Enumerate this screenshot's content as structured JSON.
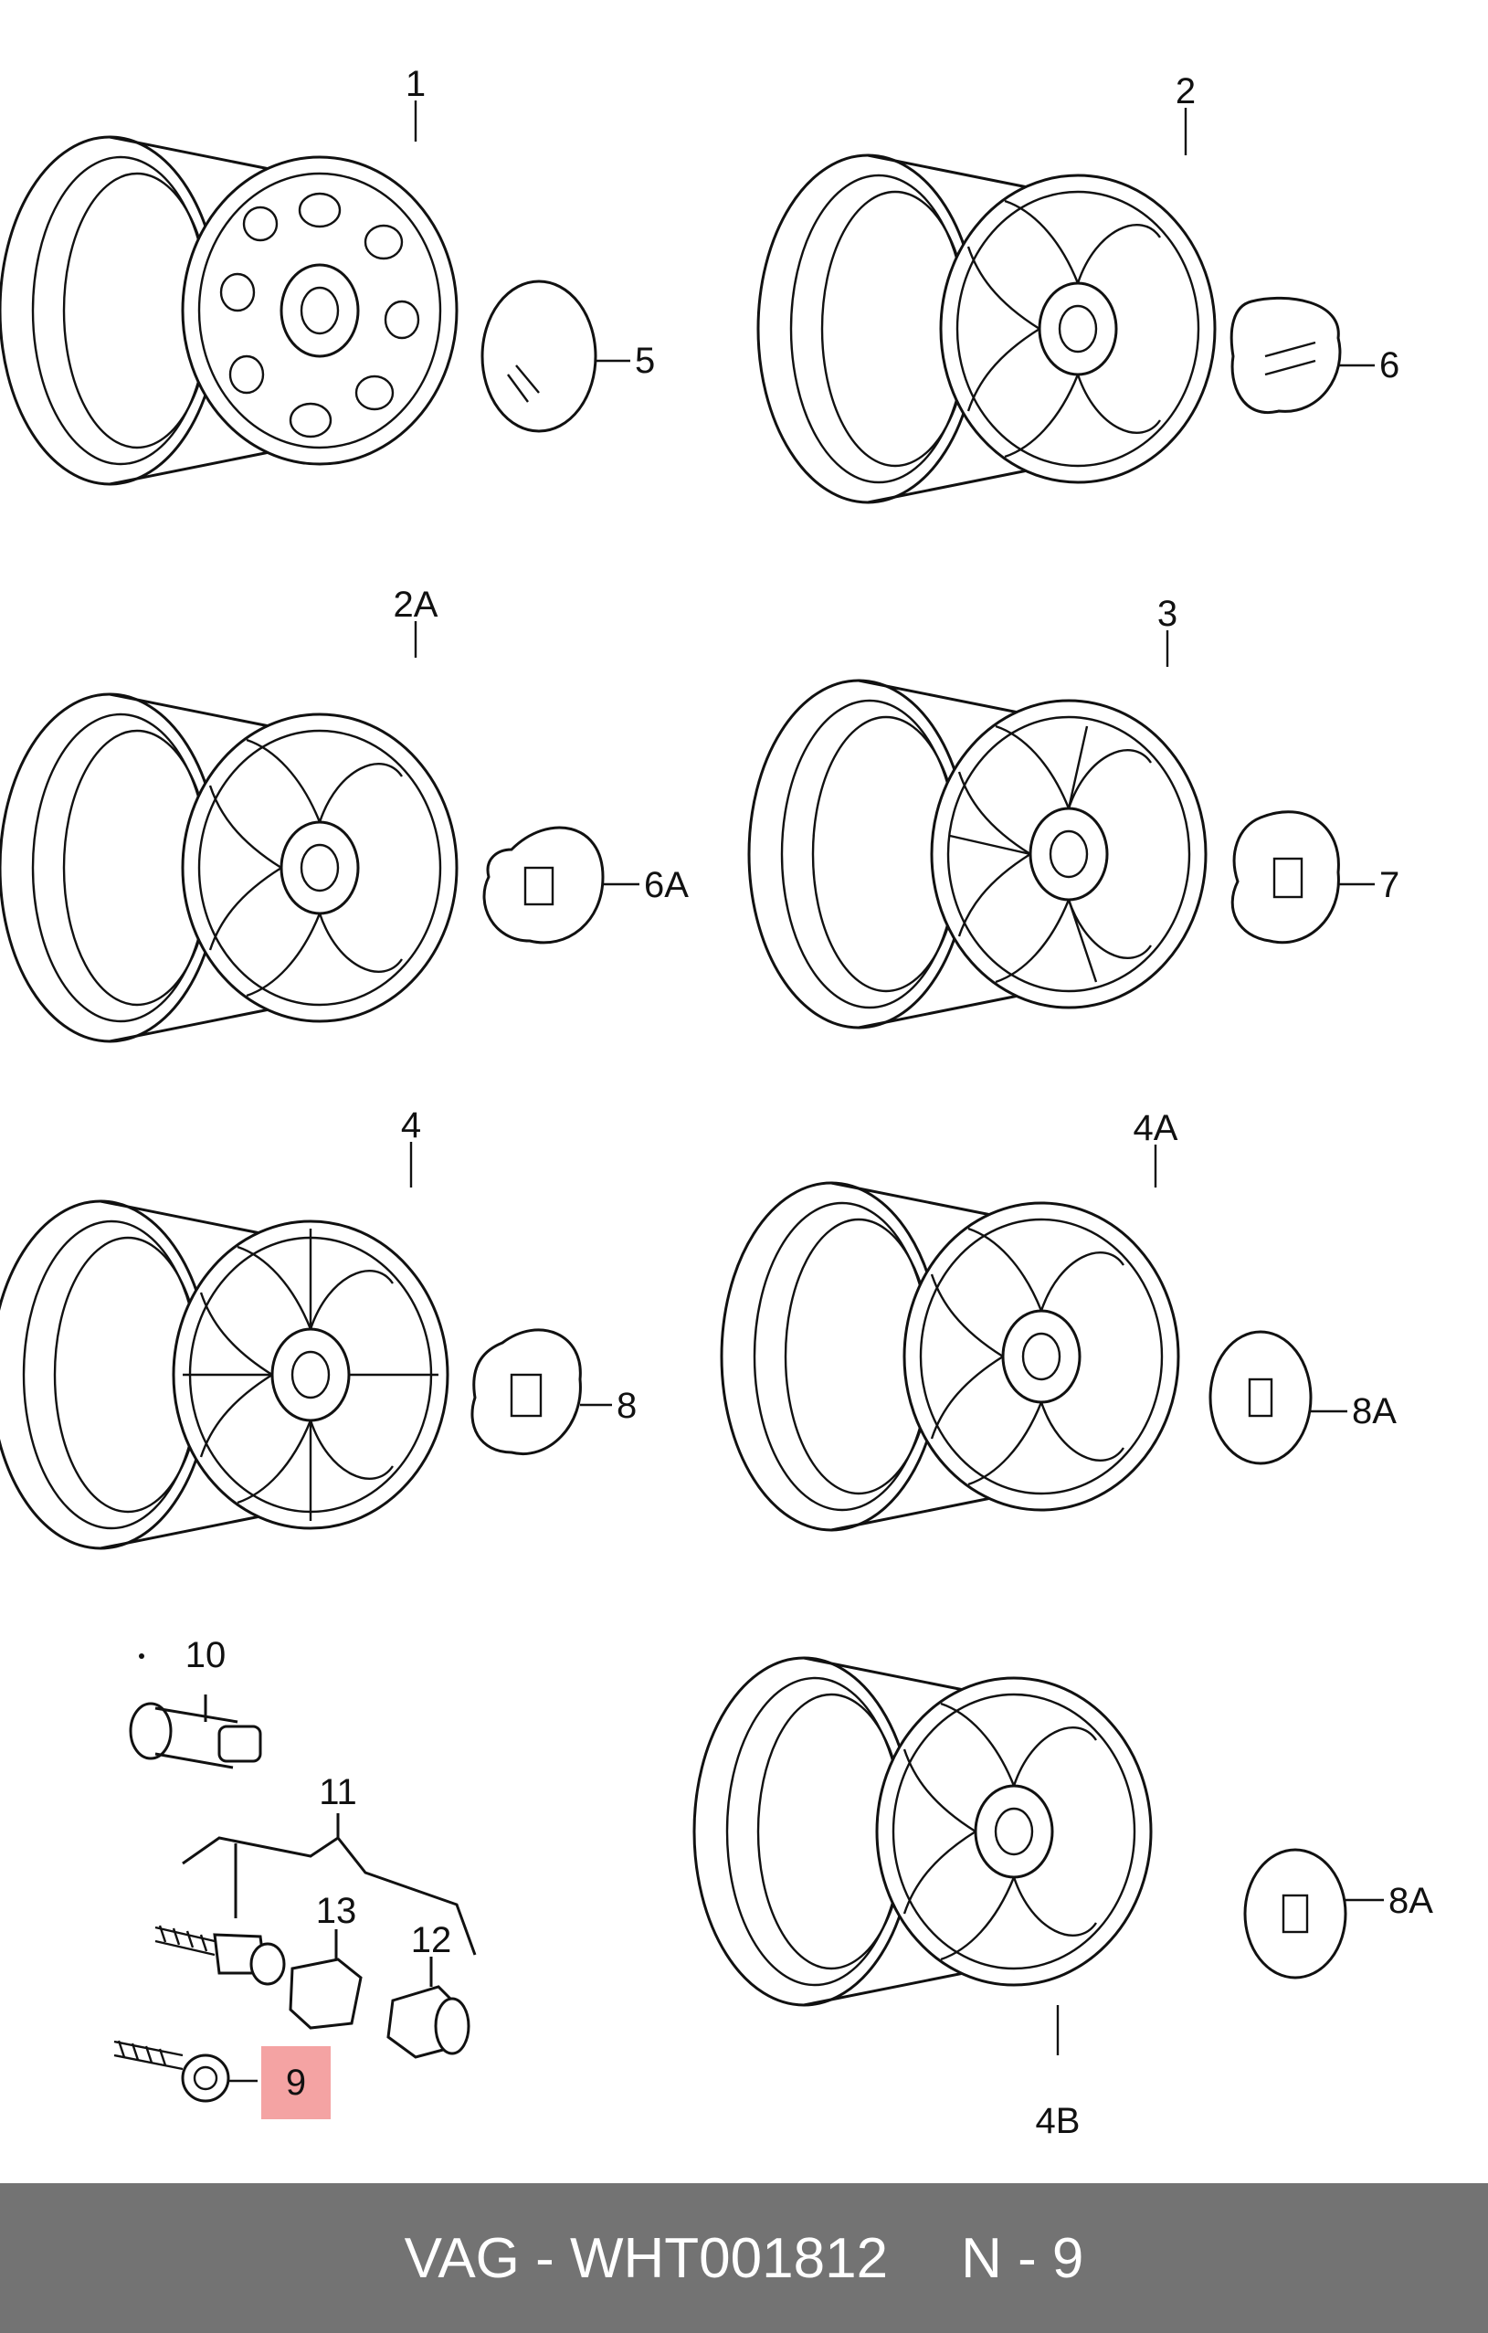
{
  "callouts": [
    {
      "label": "1"
    },
    {
      "label": "2"
    },
    {
      "label": "2A"
    },
    {
      "label": "3"
    },
    {
      "label": "4"
    },
    {
      "label": "4A"
    },
    {
      "label": "4B"
    },
    {
      "label": "5"
    },
    {
      "label": "6"
    },
    {
      "label": "6A"
    },
    {
      "label": "7"
    },
    {
      "label": "8"
    },
    {
      "label": "8A"
    },
    {
      "label": "8A"
    },
    {
      "label": "9"
    },
    {
      "label": "10"
    },
    {
      "label": "11"
    },
    {
      "label": "12"
    },
    {
      "label": "13"
    }
  ],
  "highlight": {
    "label": "9",
    "color": "#f4a3a3"
  },
  "footer": {
    "part_number": "VAG - WHT001812",
    "position": "N - 9",
    "background": "#737373"
  }
}
